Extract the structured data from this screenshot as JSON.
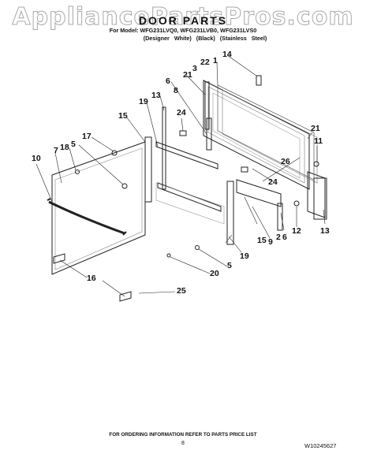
{
  "watermark": "AppliancePartsPros.com",
  "header": {
    "title": "DOOR PARTS",
    "models_line": "For Model: WFG231LVQ0, WFG231LVB0, WFG231LVS0",
    "variants": [
      "(Designer White)",
      "(Black)",
      "(Stainless Steel)"
    ]
  },
  "callouts": [
    "14",
    "1",
    "22",
    "3",
    "21",
    "6",
    "8",
    "13",
    "19",
    "24",
    "15",
    "17",
    "18",
    "5",
    "7",
    "10",
    "21",
    "11",
    "26",
    "24",
    "9",
    "2",
    "6",
    "12",
    "13",
    "19",
    "15",
    "5",
    "20",
    "16",
    "25"
  ],
  "footer": {
    "ordering_note": "FOR ORDERING INFORMATION REFER TO PARTS PRICE LIST",
    "page_number": "8",
    "document_id": "W10245627"
  }
}
